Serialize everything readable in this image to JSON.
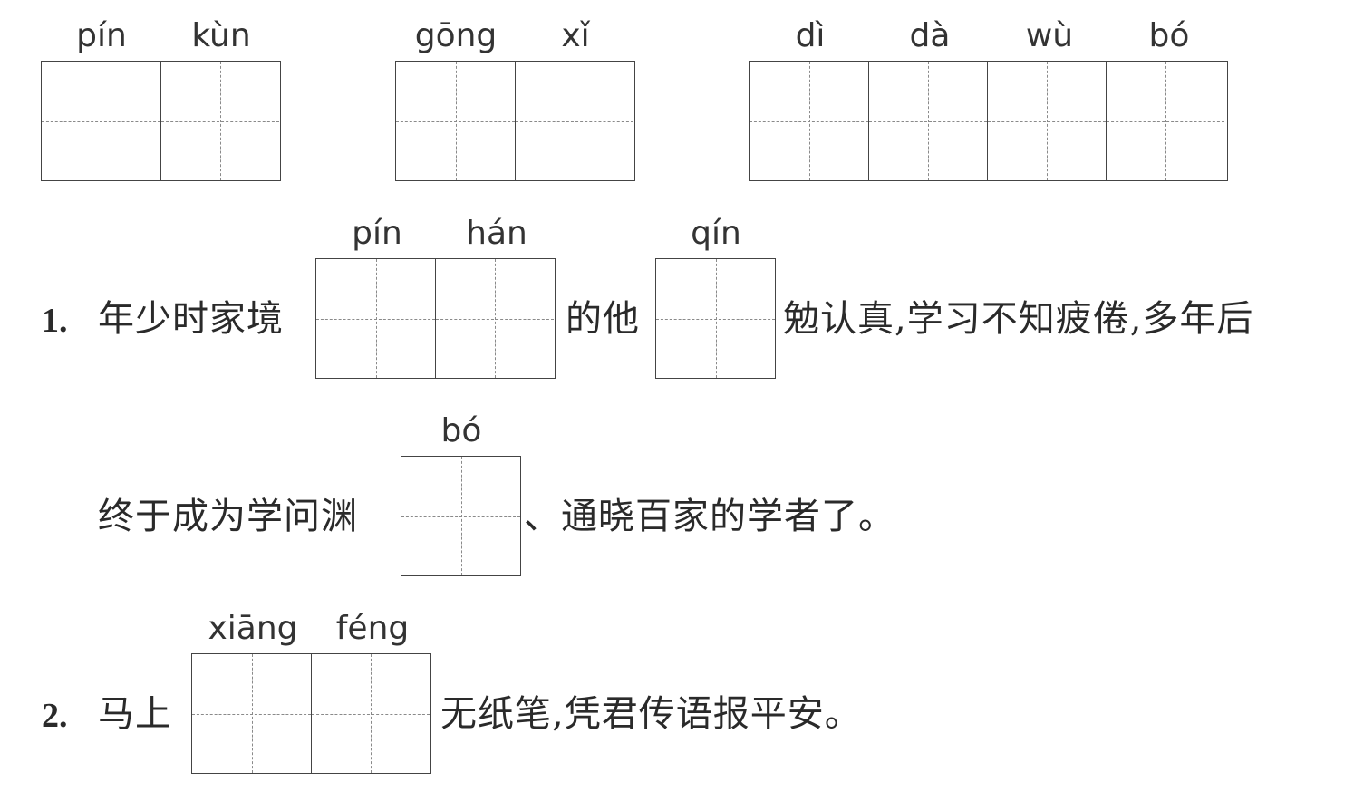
{
  "top_words": [
    {
      "pinyin": [
        "pín",
        "kùn"
      ]
    },
    {
      "pinyin": [
        "gōng",
        "xǐ"
      ]
    },
    {
      "pinyin": [
        "dì",
        "dà",
        "wù",
        "bó"
      ]
    }
  ],
  "sentence1": {
    "number": "1.",
    "seg1": "年少时家境",
    "blank1_pinyin": [
      "pín",
      "hán"
    ],
    "seg2": "的他",
    "blank2_pinyin": [
      "qín"
    ],
    "seg3": "勉认真,学习不知疲倦,多年后",
    "seg4": "终于成为学问渊",
    "blank3_pinyin": [
      "bó"
    ],
    "seg5": "、通晓百家的学者了。"
  },
  "sentence2": {
    "number": "2.",
    "seg1": "马上",
    "blank_pinyin": [
      "xiāng",
      "féng"
    ],
    "seg2": "无纸笔,凭君传语报平安。"
  }
}
